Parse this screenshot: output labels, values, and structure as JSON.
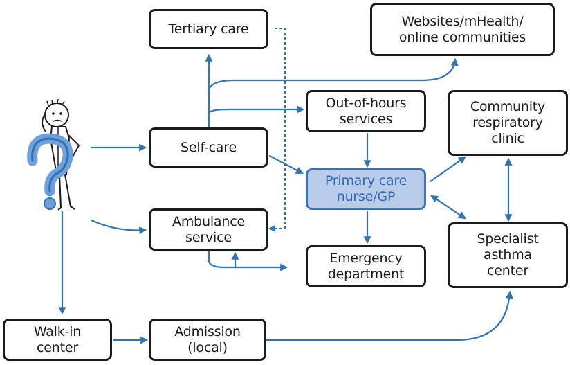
{
  "colors": {
    "arrow": "#2f75b5",
    "node_border": "#1a1a1a",
    "highlight_fill": "#b9cdea",
    "highlight_text": "#2f67b2"
  },
  "icons": {
    "figure": "confused-person-with-question-mark-icon"
  },
  "nodes": {
    "tertiary_care": "Tertiary care",
    "websites": "Websites/mHealth/\nonline communities",
    "out_of_hours": "Out-of-hours\nservices",
    "community_clinic": "Community\nrespiratory\nclinic",
    "self_care": "Self-care",
    "primary_care": "Primary care\nnurse/GP",
    "ambulance": "Ambulance\nservice",
    "emergency": "Emergency\ndepartment",
    "specialist": "Specialist\nasthma\ncenter",
    "walk_in": "Walk-in\ncenter",
    "admission": "Admission\n(local)"
  }
}
